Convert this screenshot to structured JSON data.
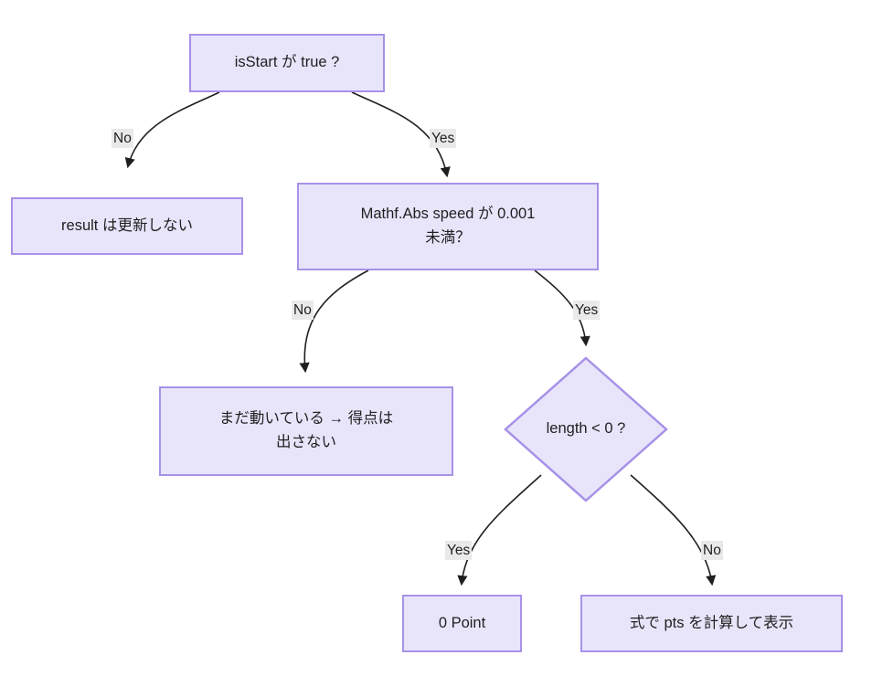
{
  "diagram": {
    "type": "flowchart",
    "title": "",
    "background_color": "#ffffff",
    "node_fill_color": "#e8e5fb",
    "node_border_color": "#a891e8",
    "edge_color": "#1f1f1f",
    "edge_label_background": "#e9e9e9",
    "nodes": [
      {
        "id": "start",
        "shape": "rect",
        "text": "isStart が true ?"
      },
      {
        "id": "no_update",
        "shape": "rect",
        "text": "result は更新しない"
      },
      {
        "id": "speed_check",
        "shape": "rect",
        "text": "Mathf.Abs speed が 0.001\n未満？"
      },
      {
        "id": "still_moving",
        "shape": "rect",
        "text": "まだ動いている → 得点は\n出さない"
      },
      {
        "id": "length_check",
        "shape": "diamond",
        "text": "length < 0 ?"
      },
      {
        "id": "zero_point",
        "shape": "rect",
        "text": "0 Point"
      },
      {
        "id": "calc_pts",
        "shape": "rect",
        "text": "式で pts を計算して表示"
      }
    ],
    "edges": [
      {
        "from": "start",
        "to": "no_update",
        "label": "No"
      },
      {
        "from": "start",
        "to": "speed_check",
        "label": "Yes"
      },
      {
        "from": "speed_check",
        "to": "still_moving",
        "label": "No"
      },
      {
        "from": "speed_check",
        "to": "length_check",
        "label": "Yes"
      },
      {
        "from": "length_check",
        "to": "zero_point",
        "label": "Yes"
      },
      {
        "from": "length_check",
        "to": "calc_pts",
        "label": "No"
      }
    ]
  }
}
